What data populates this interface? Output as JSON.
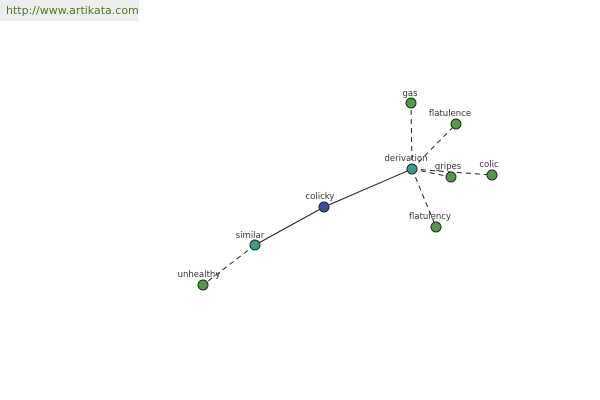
{
  "source": {
    "url": "http://www.artikata.com"
  },
  "colors": {
    "focus_node": "#3e4aa0",
    "related_node": "#3c9c8c",
    "leaf_node": "#4f9a45",
    "node_outline": "#1f2f1f",
    "edge": "#222222",
    "link_text": "#4f7a1f",
    "banner_bg": "#eeeeee"
  },
  "graph": {
    "nodes": [
      {
        "id": "colicky",
        "label": "colicky",
        "kind": "focus"
      },
      {
        "id": "similar",
        "label": "similar",
        "kind": "related"
      },
      {
        "id": "unhealthy",
        "label": "unhealthy",
        "kind": "leaf"
      },
      {
        "id": "derivation",
        "label": "derivation",
        "kind": "related"
      },
      {
        "id": "gas",
        "label": "gas",
        "kind": "leaf"
      },
      {
        "id": "flatulence",
        "label": "flatulence",
        "kind": "leaf"
      },
      {
        "id": "gripes",
        "label": "gripes",
        "kind": "leaf"
      },
      {
        "id": "colic",
        "label": "colic",
        "kind": "leaf"
      },
      {
        "id": "flatulency",
        "label": "flatulency",
        "kind": "leaf"
      }
    ],
    "edges": [
      {
        "from": "colicky",
        "to": "similar",
        "style": "solid"
      },
      {
        "from": "colicky",
        "to": "derivation",
        "style": "solid"
      },
      {
        "from": "similar",
        "to": "unhealthy",
        "style": "dashed"
      },
      {
        "from": "derivation",
        "to": "gas",
        "style": "dashed"
      },
      {
        "from": "derivation",
        "to": "flatulence",
        "style": "dashed"
      },
      {
        "from": "derivation",
        "to": "gripes",
        "style": "dashed"
      },
      {
        "from": "derivation",
        "to": "colic",
        "style": "dashed"
      },
      {
        "from": "derivation",
        "to": "flatulency",
        "style": "dashed"
      }
    ]
  }
}
